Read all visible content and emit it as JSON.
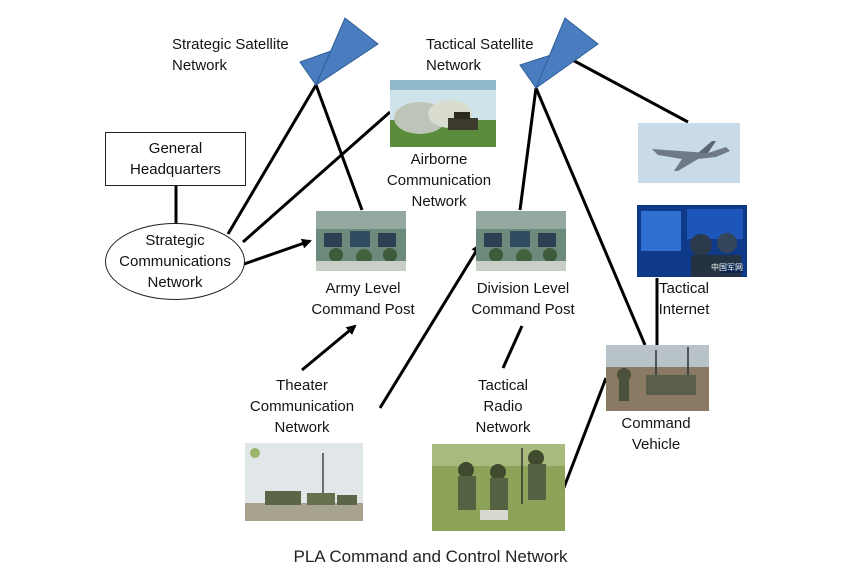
{
  "title": "PLA Command and Control Network",
  "nodes": {
    "strategic_satellite": "Strategic Satellite\nNetwork",
    "tactical_satellite": "Tactical Satellite\nNetwork",
    "general_hq": "General\nHeadquarters",
    "airborne": "Airborne\nCommunication\nNetwork",
    "strategic_comms": "Strategic\nCommunications\nNetwork",
    "army_cp": "Army Level\nCommand Post",
    "division_cp": "Division Level\nCommand Post",
    "tactical_internet": "Tactical\nInternet",
    "theater": "Theater\nCommunication\nNetwork",
    "tactical_radio": "Tactical\nRadio\nNetwork",
    "command_vehicle": "Command\nVehicle"
  },
  "photo_watermark": "中国军网",
  "colors": {
    "satellite": "#4a7dbf",
    "line": "#000000"
  }
}
